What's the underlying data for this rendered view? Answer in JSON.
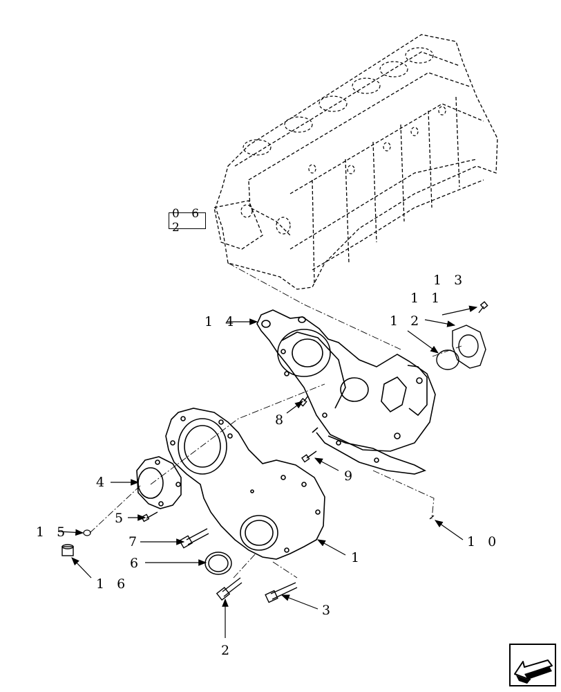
{
  "ref_box": {
    "label": "0 6 2"
  },
  "callouts": {
    "c1": "1",
    "c2": "2",
    "c3": "3",
    "c4": "4",
    "c5": "5",
    "c6": "6",
    "c7": "7",
    "c8": "8",
    "c9": "9",
    "c10": "1 0",
    "c11": "1 1",
    "c12": "1 2",
    "c13": "1 3",
    "c14": "1 4",
    "c15": "1 5",
    "c16": "1 6"
  },
  "nav": {
    "icon": "previous-page-arrow-icon"
  }
}
